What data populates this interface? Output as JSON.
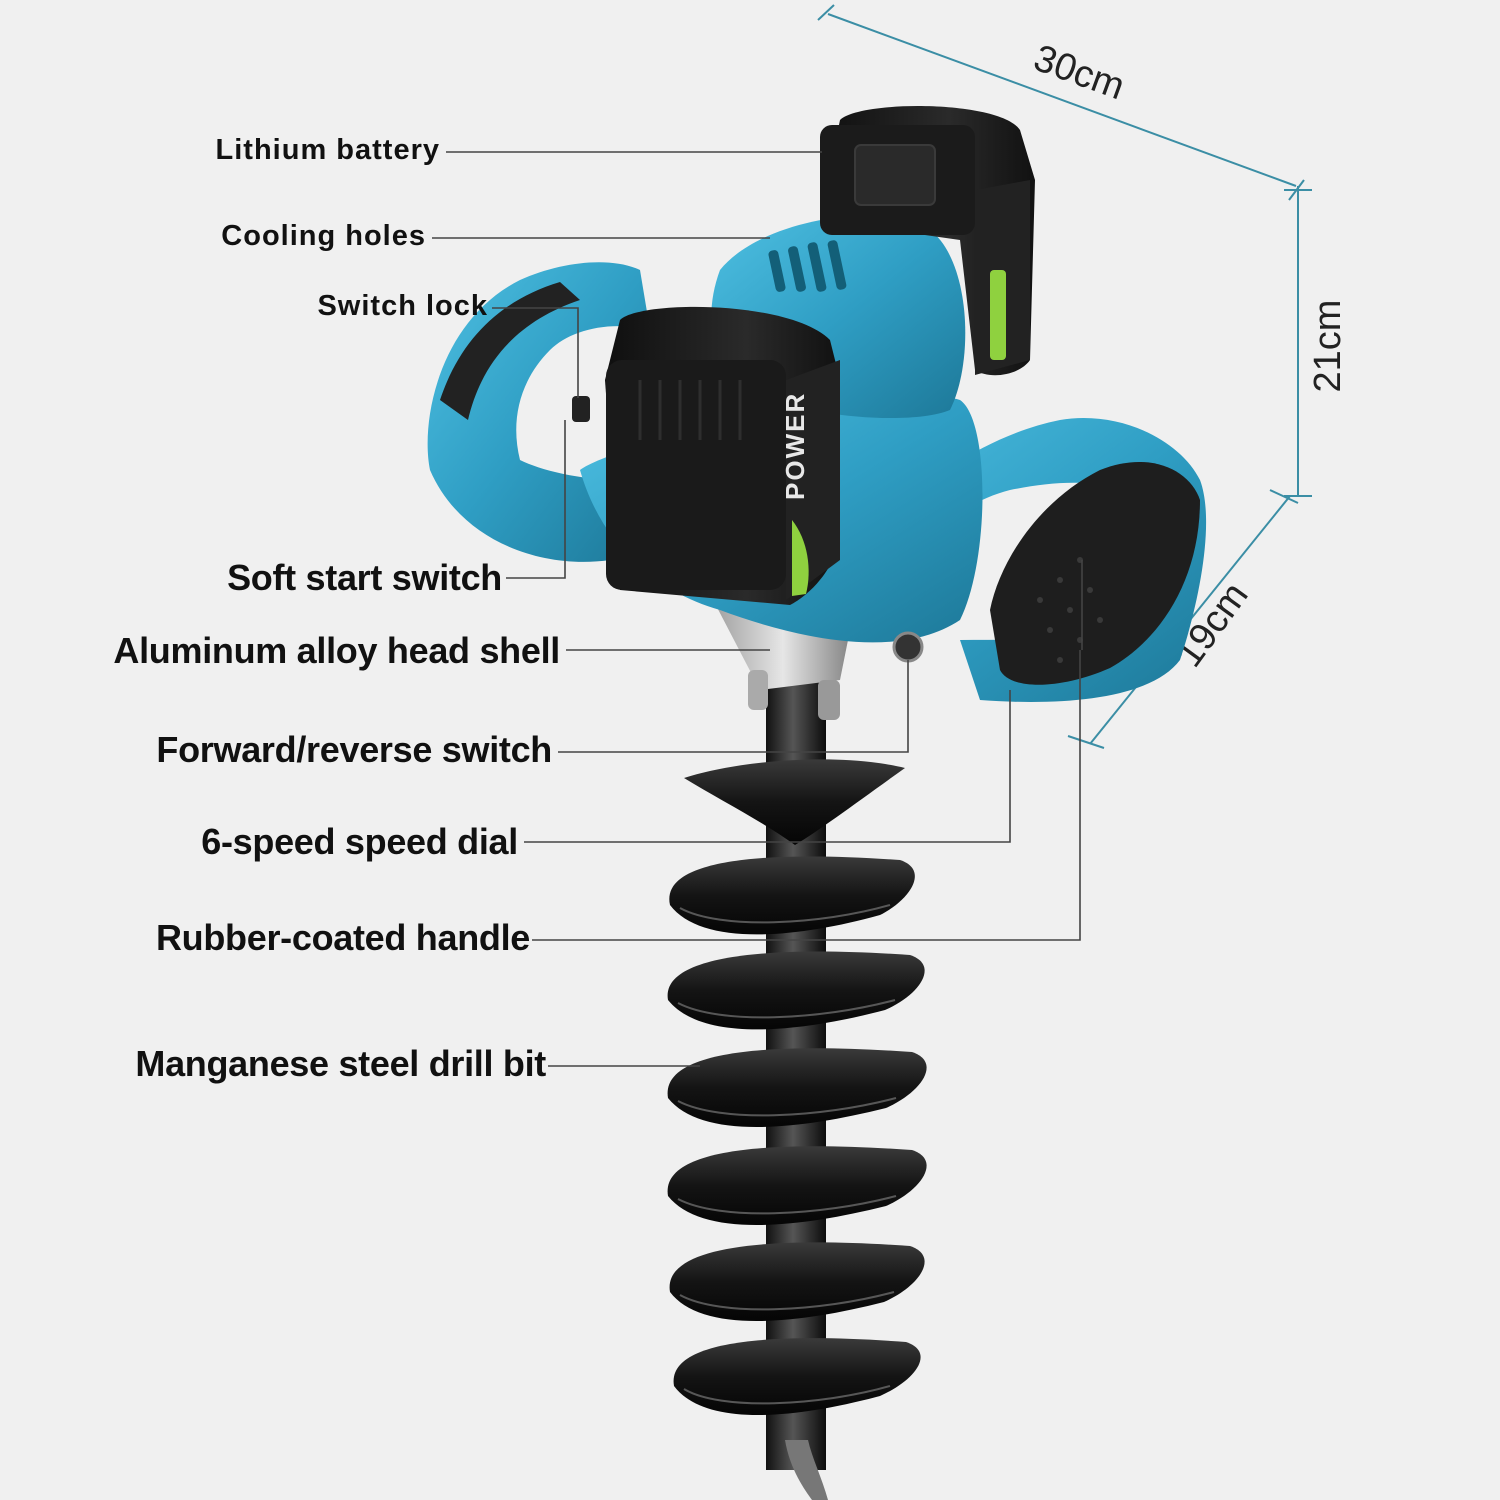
{
  "callouts": {
    "lithium_battery": "Lithium battery",
    "cooling_holes": "Cooling holes",
    "switch_lock": "Switch lock",
    "soft_start_switch": "Soft start switch",
    "aluminum_head_shell": "Aluminum alloy head shell",
    "forward_reverse_switch": "Forward/reverse switch",
    "speed_dial": "6-speed speed dial",
    "rubber_handle": "Rubber-coated handle",
    "drill_bit": "Manganese steel drill bit"
  },
  "dimensions": {
    "length": "30cm",
    "height": "21cm",
    "width": "19cm"
  },
  "battery_text": {
    "brand": "POWER"
  },
  "colors": {
    "background": "#f0f0f0",
    "body_blue": "#2f9ec4",
    "body_blue_dark": "#1d7898",
    "battery_black": "#1b1b1b",
    "accent_green": "#8fd13f",
    "dimension_line": "#3b8ea5"
  }
}
